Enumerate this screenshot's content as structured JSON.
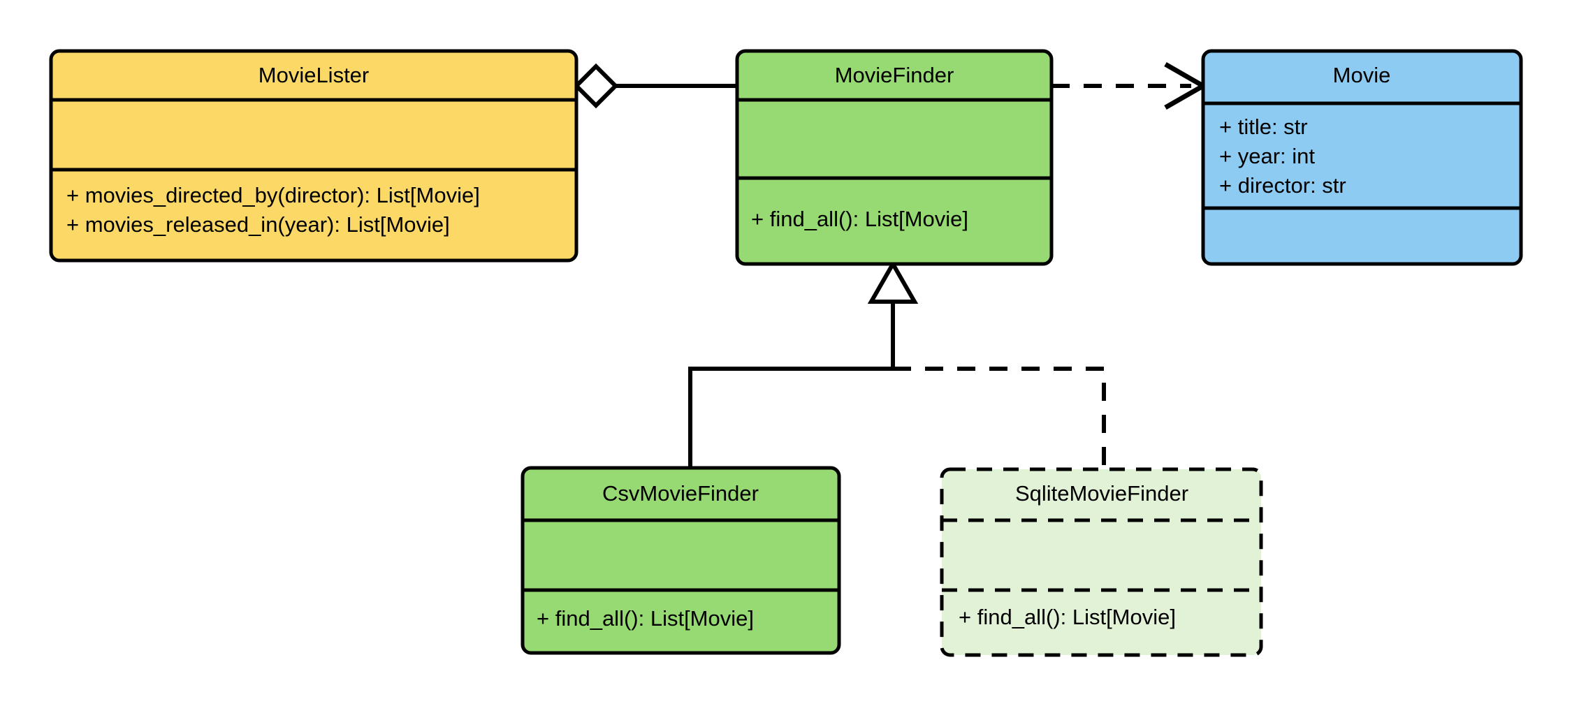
{
  "diagram": {
    "kind": "uml-class-diagram",
    "background": "#ffffff",
    "stroke_color": "#000000",
    "classes": [
      {
        "id": "movie-lister",
        "name": "MovieLister",
        "fill": "#FCD966",
        "style": "solid",
        "attributes": [],
        "methods": [
          "+ movies_directed_by(director): List[Movie]",
          "+ movies_released_in(year): List[Movie]"
        ]
      },
      {
        "id": "movie-finder",
        "name": "MovieFinder",
        "fill": "#97D973",
        "style": "solid",
        "attributes": [],
        "methods": [
          "+ find_all(): List[Movie]"
        ]
      },
      {
        "id": "movie",
        "name": "Movie",
        "fill": "#8ECBF2",
        "style": "solid",
        "attributes": [
          "+ title: str",
          "+ year: int",
          "+ director: str"
        ],
        "methods": []
      },
      {
        "id": "csv-movie-finder",
        "name": "CsvMovieFinder",
        "fill": "#97D973",
        "style": "solid",
        "attributes": [],
        "methods": [
          "+ find_all(): List[Movie]"
        ]
      },
      {
        "id": "sqlite-movie-finder",
        "name": "SqliteMovieFinder",
        "fill": "#E2F2D6",
        "style": "dashed",
        "attributes": [],
        "methods": [
          "+ find_all(): List[Movie]"
        ]
      }
    ],
    "relationships": [
      {
        "id": "lister-aggregates-finder",
        "type": "aggregation",
        "from": "MovieLister",
        "to": "MovieFinder",
        "line": "solid",
        "marker": "hollow-diamond"
      },
      {
        "id": "finder-depends-movie",
        "type": "dependency",
        "from": "MovieFinder",
        "to": "Movie",
        "line": "dashed",
        "marker": "open-arrow"
      },
      {
        "id": "csv-inherits-finder",
        "type": "generalization",
        "from": "CsvMovieFinder",
        "to": "MovieFinder",
        "line": "solid",
        "marker": "hollow-triangle"
      },
      {
        "id": "sqlite-inherits-finder",
        "type": "generalization",
        "from": "SqliteMovieFinder",
        "to": "MovieFinder",
        "line": "dashed",
        "marker": "hollow-triangle"
      }
    ]
  }
}
